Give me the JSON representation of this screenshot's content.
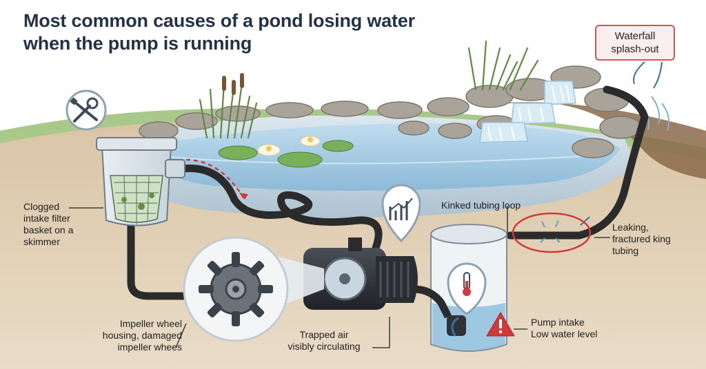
{
  "title": {
    "line1": "Most common causes of a pond losing water",
    "line2": "when the pump is running"
  },
  "callouts": {
    "waterfall": {
      "line1": "Waterfall",
      "line2": "splash-out"
    },
    "skimmer": {
      "line1": "Clogged",
      "line2": "intake filter",
      "line3": "basket on a",
      "line4": "skimmer"
    },
    "kinked": {
      "line1": "Kinked tubing loop"
    },
    "leaking": {
      "line1": "Leaking,",
      "line2": "fractured king",
      "line3": "tubing"
    },
    "impeller": {
      "line1": "Impeller wheel",
      "line2": "housing, damaged",
      "line3": "impeller whees"
    },
    "air": {
      "line1": "Trapped air",
      "line2": "visibly circulating"
    },
    "intake": {
      "line1": "Pump intake",
      "line2": "Low water level"
    }
  },
  "icons": [
    "wrench-screwdriver-icon",
    "trend-chart-icon",
    "thermometer-icon",
    "warning-icon"
  ],
  "colors": {
    "water": "#a9cfe6",
    "water_dark": "#7fb2d3",
    "soil": "#b89d7c",
    "grass": "#9fc57f",
    "highlight": "#d23a3a",
    "hose": "#2b2b2b",
    "title": "#233246"
  }
}
